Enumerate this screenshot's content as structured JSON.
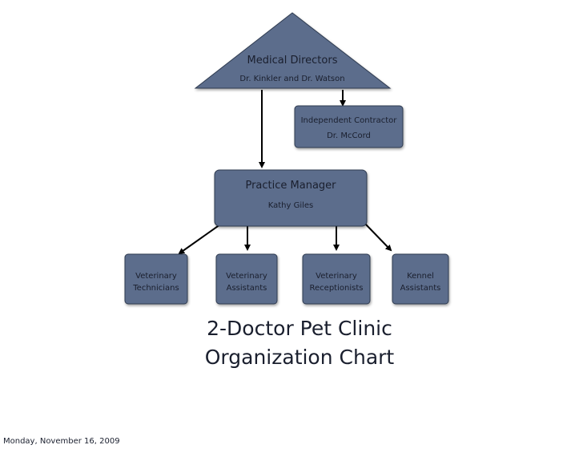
{
  "chart": {
    "title_line1": "2-Doctor Pet Clinic",
    "title_line2": "Organization Chart"
  },
  "nodes": {
    "medical_directors": {
      "title": "Medical Directors",
      "subtitle": "Dr. Kinkler and Dr. Watson"
    },
    "independent_contractor": {
      "title": "Independent Contractor",
      "subtitle": "Dr. McCord"
    },
    "practice_manager": {
      "title": "Practice Manager",
      "subtitle": "Kathy Giles"
    },
    "veterinary_technicians": {
      "line1": "Veterinary",
      "line2": "Technicians"
    },
    "veterinary_assistants": {
      "line1": "Veterinary",
      "line2": "Assistants"
    },
    "veterinary_receptionists": {
      "line1": "Veterinary",
      "line2": "Receptionists"
    },
    "kennel_assistants": {
      "line1": "Kennel",
      "line2": "Assistants"
    }
  },
  "footer": {
    "date": "Monday, November 16, 2009"
  },
  "colors": {
    "node_fill": "#5b6d8c",
    "node_stroke": "#2e3a4f",
    "connector": "#000000",
    "text": "#1a1f2e"
  }
}
